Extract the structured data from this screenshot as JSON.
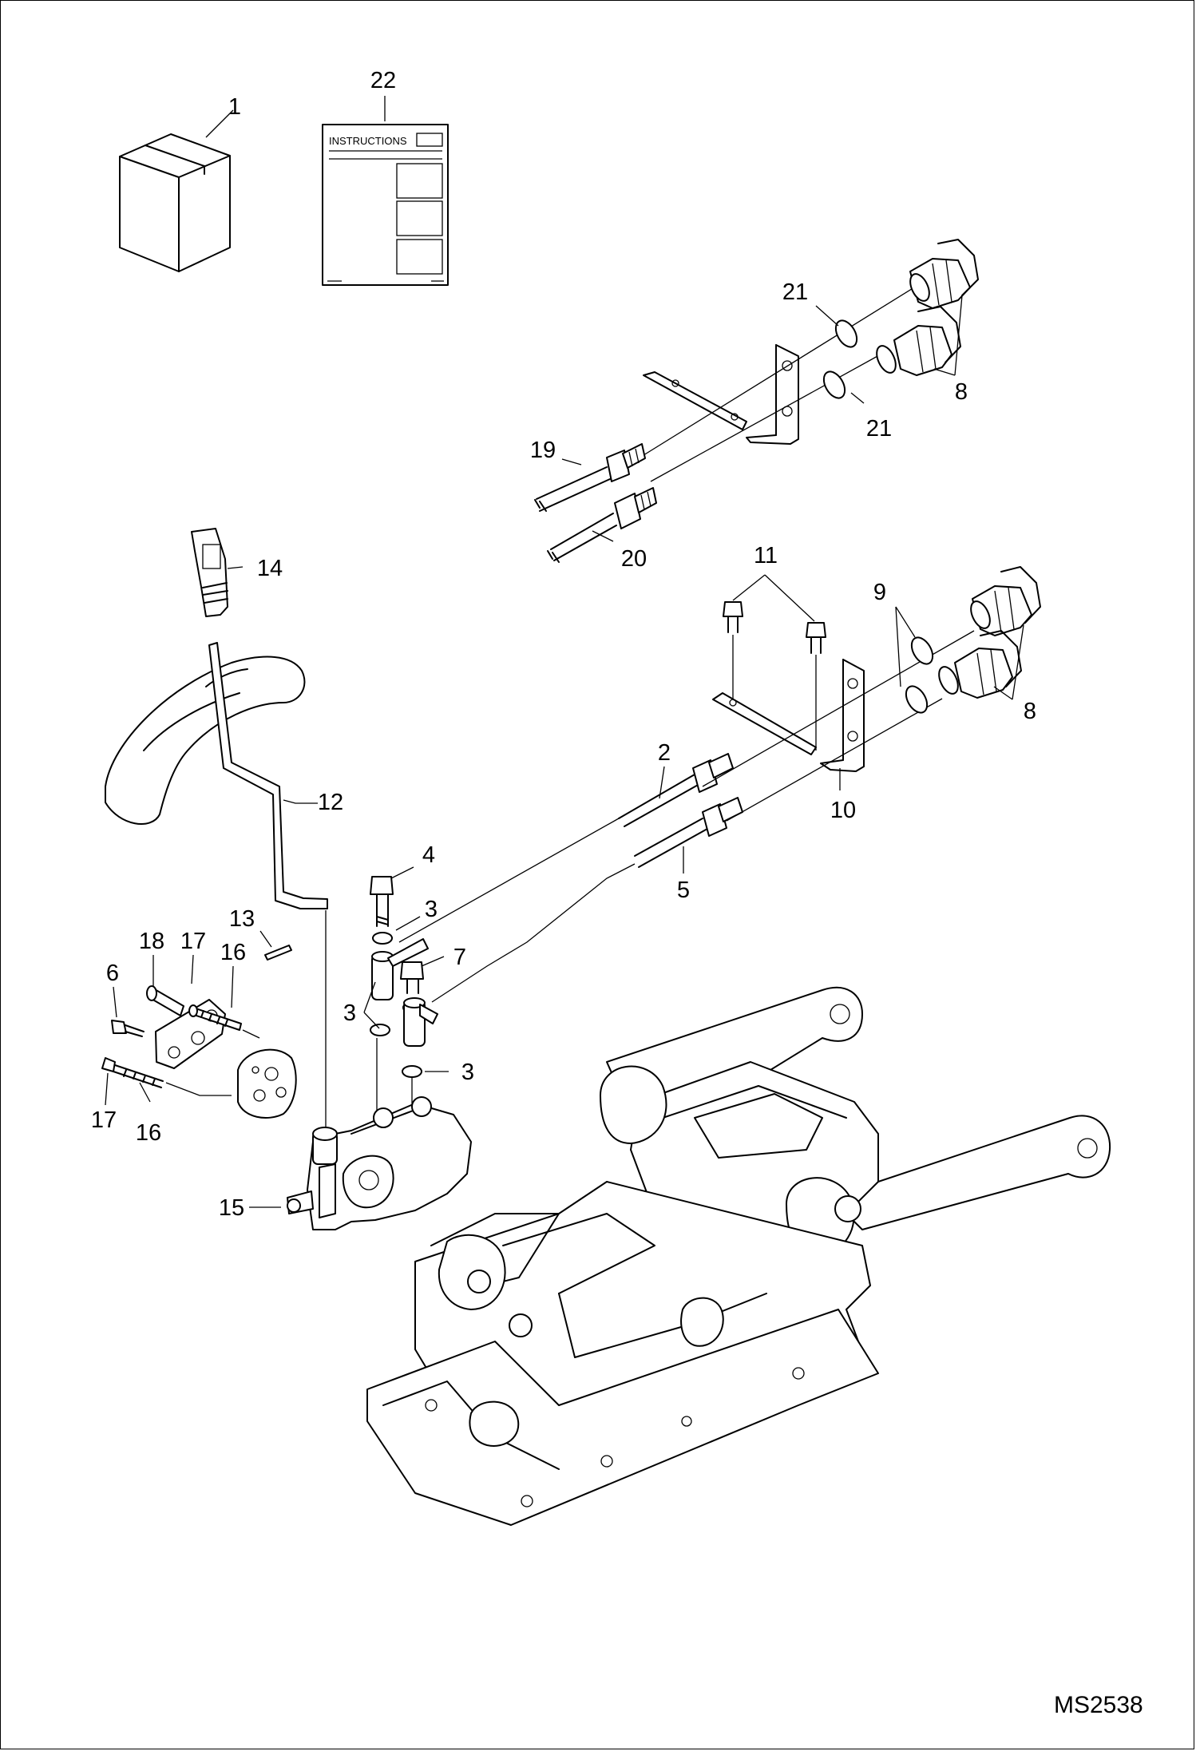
{
  "diagram": {
    "drawing_code": "MS2538",
    "instructions_label": "INSTRUCTIONS",
    "callouts": [
      "1",
      "22",
      "21",
      "21",
      "8",
      "19",
      "20",
      "14",
      "11",
      "9",
      "8",
      "12",
      "2",
      "10",
      "4",
      "3",
      "5",
      "13",
      "18",
      "17",
      "16",
      "6",
      "7",
      "3",
      "3",
      "17",
      "16",
      "15"
    ]
  }
}
